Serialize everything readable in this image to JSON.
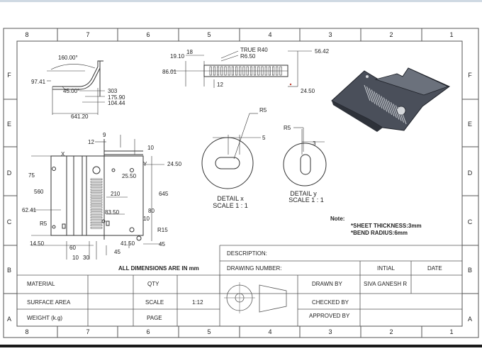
{
  "zones": {
    "cols": [
      "8",
      "7",
      "6",
      "5",
      "4",
      "3",
      "2",
      "1"
    ],
    "rows": [
      "F",
      "E",
      "D",
      "C",
      "B",
      "A"
    ]
  },
  "dims": {
    "angle": "160.00°",
    "d97": "97.41",
    "a45": "45.00°",
    "d303": "303",
    "d175": "175.90",
    "d104": "104.44",
    "d641": "641.20",
    "d18": "18",
    "d19": "19.10",
    "d86": "86.01",
    "trueR40": "TRUE R40",
    "r650": "R6.50",
    "d56": "56.42",
    "d12a": "12",
    "d2450a": "24.50",
    "d9": "9",
    "d12b": "12",
    "d10a": "10",
    "x": "X",
    "y": "Y",
    "d2450b": "24.50",
    "d75": "75",
    "d2550": "25.50",
    "d560": "560",
    "d645": "645",
    "d210": "210",
    "d62": "62.41",
    "d8350": "83.50",
    "d80": "80",
    "r5a": "R5",
    "d10b": "10",
    "r15": "R15",
    "d14": "14.50",
    "d4150": "41.50",
    "d45a": "45",
    "d60": "60",
    "d45b": "45",
    "d10c": "10",
    "d30": "30",
    "r5b": "R5",
    "d5": "5",
    "r5c": "R5",
    "d3": "3"
  },
  "details": {
    "x_name": "DETAIL x",
    "x_scale": "SCALE 1 : 1",
    "y_name": "DETAIL y",
    "y_scale": "SCALE 1 : 1"
  },
  "notes": {
    "title": "Note:",
    "thickness": "*SHEET THICKNESS:3mm",
    "bend": "*BEND RADIUS:6mm"
  },
  "all_dims": "ALL DIMENSIONS ARE IN mm",
  "title_block": {
    "description": "DESCRIPTION:",
    "drawing_number": "DRAWING NUMBER:",
    "material": "MATERIAL",
    "qty": "QTY",
    "intial": "INTIAL",
    "date": "DATE",
    "drawn_by": "DRAWN BY",
    "drawn_by_value": "SIVA GANESH R",
    "surface_area": "SURFACE AREA",
    "scale": "SCALE",
    "scale_value": "1:12",
    "checked_by": "CHECKED BY",
    "weight": "WEIGHT (k.g)",
    "page": "PAGE",
    "approved_by": "APPROVED BY"
  }
}
